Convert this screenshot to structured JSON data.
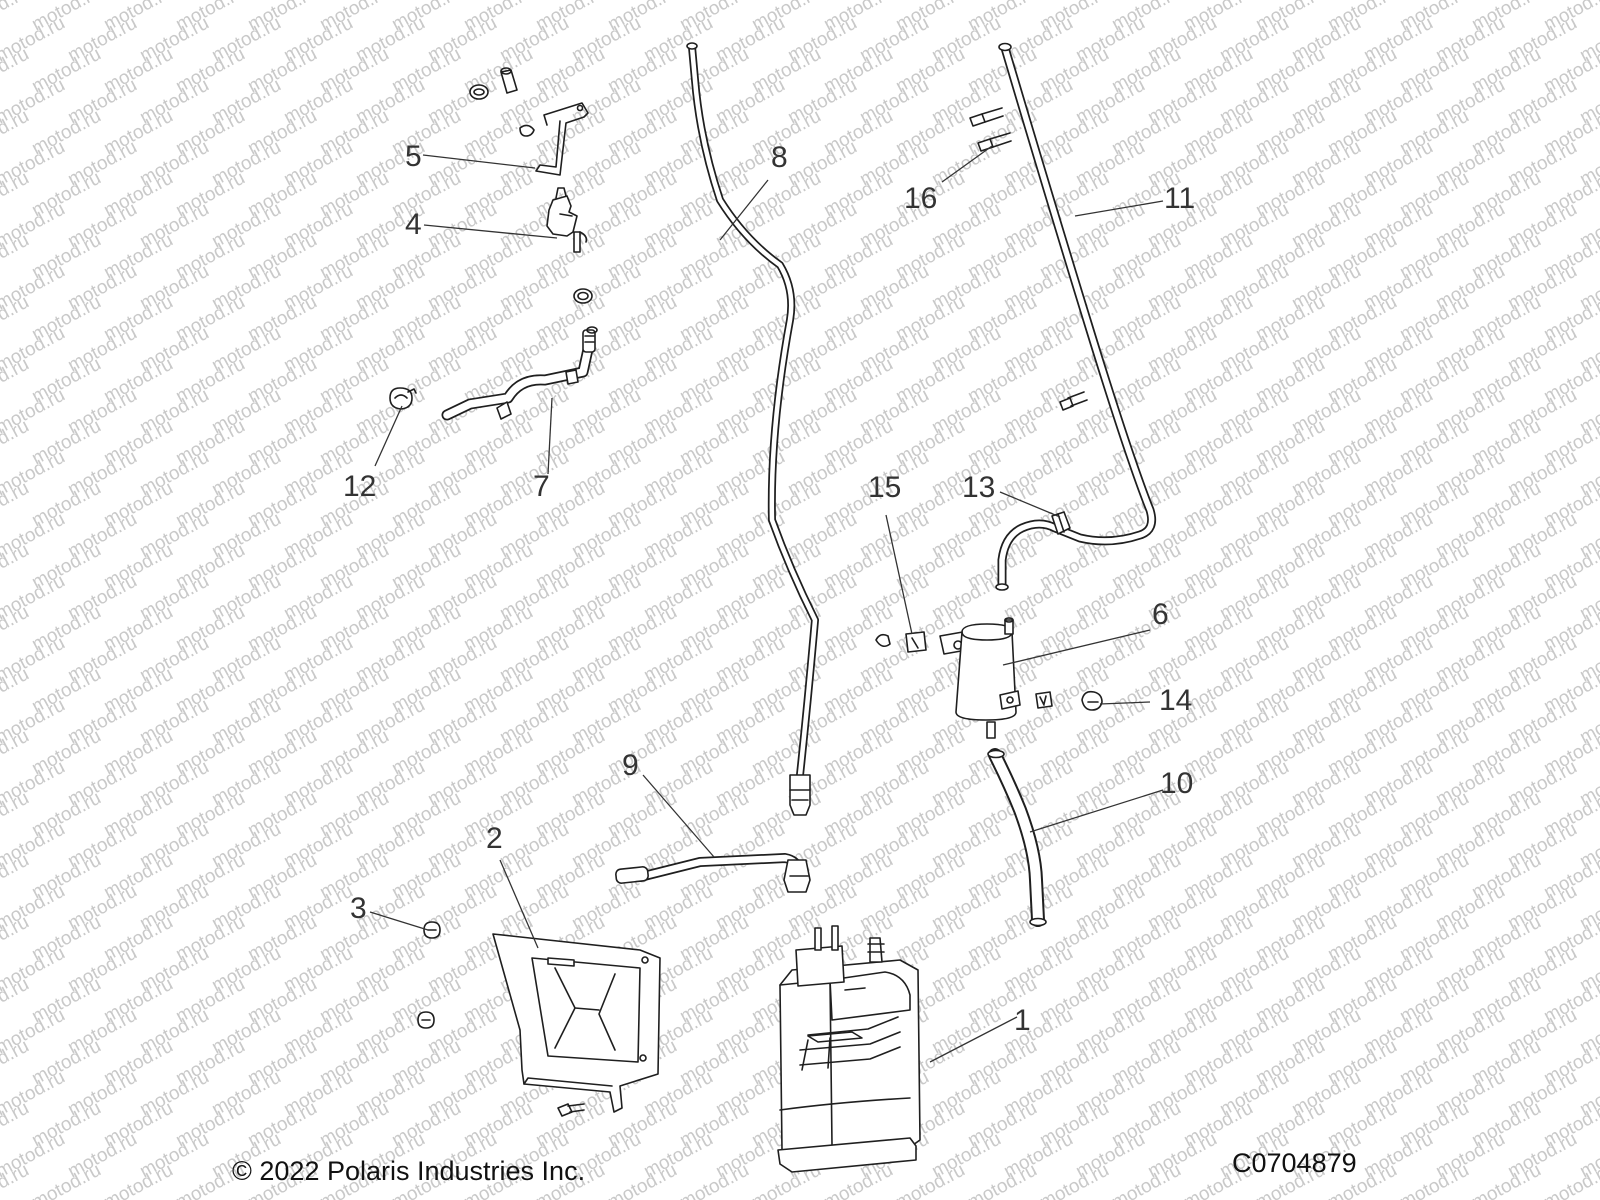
{
  "watermark": "motod.ru",
  "copyright": "© 2022 Polaris Industries Inc.",
  "diagram_code": "C0704879",
  "callouts": {
    "c1": "1",
    "c2": "2",
    "c3": "3",
    "c4": "4",
    "c5": "5",
    "c6": "6",
    "c7": "7",
    "c8": "8",
    "c9": "9",
    "c10": "10",
    "c11": "11",
    "c12": "12",
    "c13": "13",
    "c14": "14",
    "c15": "15",
    "c16": "16"
  }
}
